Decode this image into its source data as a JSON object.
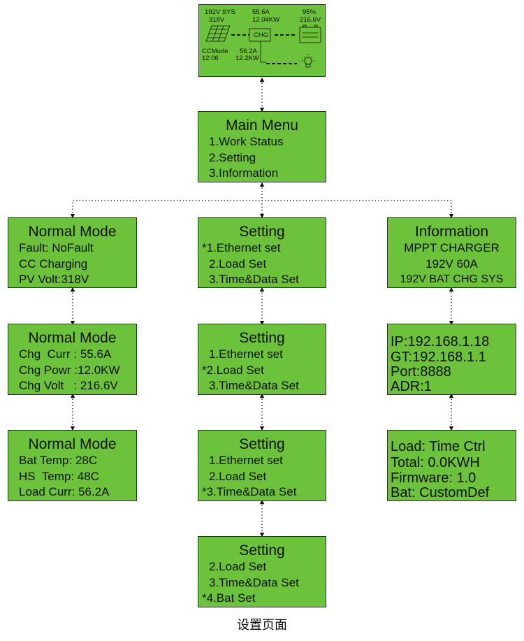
{
  "status_screen": {
    "sys_label": "192V SYS",
    "pv_volt": "318V",
    "pv_curr": "55.6A",
    "pv_power": "12.04KW",
    "chg_label": "CHG",
    "bat_percent": "95%",
    "bat_volt": "216.6V",
    "mode": "CCMode",
    "time": "12:06",
    "load_curr": "56.2A",
    "load_power": "12.2KW",
    "icons": [
      "solar-panel-icon",
      "battery-icon",
      "bulb-icon"
    ]
  },
  "main_menu": {
    "title": "Main Menu",
    "items": [
      "1.Work Status",
      "2.Setting",
      "3.Information"
    ]
  },
  "normal_1": {
    "title": "Normal Mode",
    "lines": [
      "Fault: NoFault",
      "CC Charging",
      "PV Volt:318V"
    ]
  },
  "normal_2": {
    "title": "Normal Mode",
    "lines": [
      "Chg  Curr : 55.6A",
      "Chg Powr :12.0KW",
      "Chg Volt   : 216.6V"
    ]
  },
  "normal_3": {
    "title": "Normal Mode",
    "lines": [
      "Bat Temp: 28C",
      "HS  Temp: 48C",
      "Load Curr: 56.2A"
    ]
  },
  "setting_1": {
    "title": "Setting",
    "lines": [
      "*1.Ethernet set",
      "2.Load Set",
      "3.Time&Data Set"
    ]
  },
  "setting_2": {
    "title": "Setting",
    "lines": [
      "1.Ethernet set",
      "*2.Load Set",
      "3.Time&Data Set"
    ]
  },
  "setting_3": {
    "title": "Setting",
    "lines": [
      "1.Ethernet set",
      "2.Load Set",
      "*3.Time&Data Set"
    ]
  },
  "setting_4": {
    "title": "Setting",
    "lines": [
      "2.Load Set",
      "3.Time&Data Set",
      "*4.Bat Set"
    ]
  },
  "info_1": {
    "title": "Information",
    "lines": [
      "MPPT CHARGER",
      "192V 60A",
      "192V BAT CHG SYS"
    ]
  },
  "info_2": {
    "lines": [
      "IP:192.168.1.18",
      "GT:192.168.1.1",
      "Port:8888",
      "ADR:1"
    ]
  },
  "info_3": {
    "lines": [
      "Load: Time Ctrl",
      "Total: 0.0KWH",
      "Firmware: 1.0",
      "Bat: CustomDef"
    ]
  },
  "caption": "设置页面",
  "colors": {
    "lcd_green": "#6cc23a",
    "border": "#2f2f2f",
    "text": "#111111"
  }
}
